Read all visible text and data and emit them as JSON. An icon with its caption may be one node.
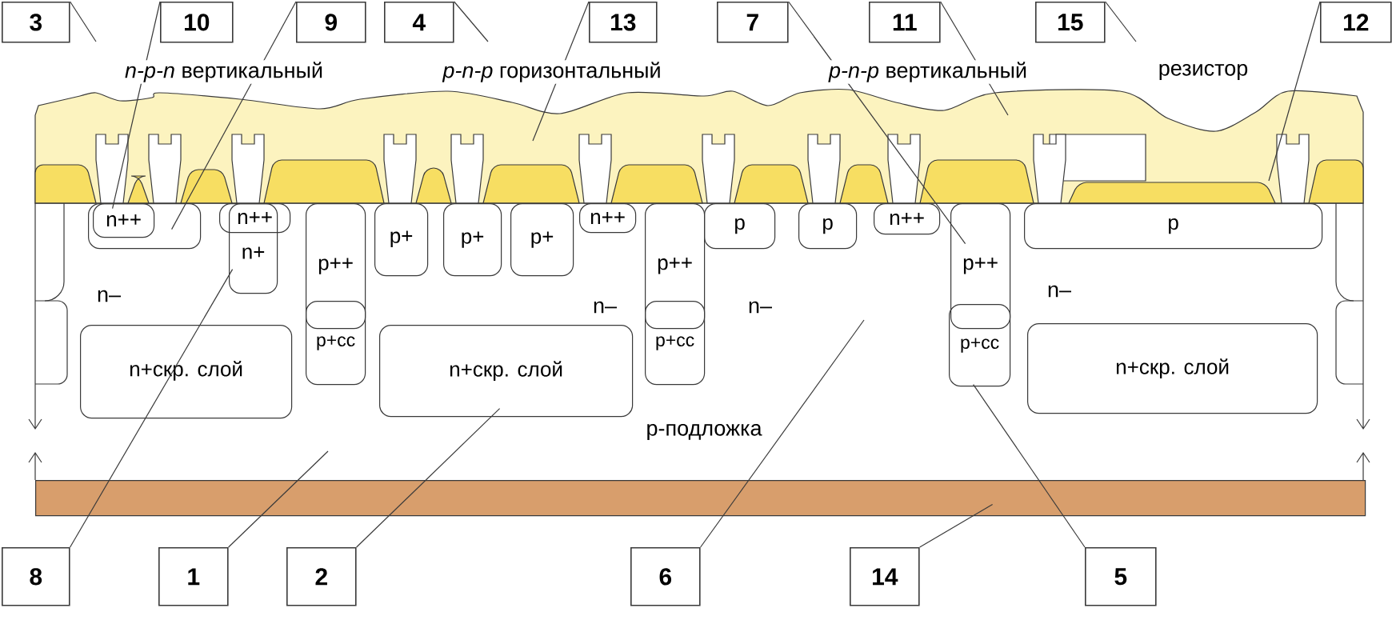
{
  "diagram": {
    "nodes": [
      {
        "text": [
          "3"
        ]
      },
      {
        "text": [
          "10"
        ]
      },
      {
        "text": [
          "9"
        ]
      },
      {
        "text": [
          "4"
        ]
      },
      {
        "text": [
          "13"
        ]
      },
      {
        "text": [
          "7"
        ]
      },
      {
        "text": [
          "11"
        ]
      },
      {
        "text": [
          "15"
        ]
      },
      {
        "text": [
          "12"
        ]
      },
      {
        "text": [
          "8"
        ]
      },
      {
        "text": [
          "1"
        ]
      },
      {
        "text": [
          "2"
        ]
      },
      {
        "text": [
          "6"
        ]
      },
      {
        "text": [
          "14"
        ]
      },
      {
        "text": [
          "5"
        ]
      },
      {
        "text": [],
        "shape": "box"
      },
      {
        "text": [
          "n++"
        ],
        "in": 15
      },
      {
        "text": [
          "n++"
        ]
      },
      {
        "text": [
          "n+"
        ]
      },
      {
        "text": [
          "p++"
        ]
      },
      {
        "text": [
          "p+"
        ]
      },
      {
        "text": [
          "p+"
        ]
      },
      {
        "text": [
          "p+"
        ]
      },
      {
        "text": [
          "n++"
        ]
      },
      {
        "text": [
          "p++"
        ]
      },
      {
        "text": [
          "p"
        ]
      },
      {
        "text": [
          "p"
        ]
      },
      {
        "text": [
          "n++"
        ]
      },
      {
        "text": [
          "p++"
        ]
      },
      {
        "text": [
          "p"
        ]
      },
      {
        "text": [
          "n+скр. слой"
        ]
      },
      {
        "text": [
          "p+сс"
        ]
      },
      {
        "text": [
          "n+скр. слой"
        ]
      },
      {
        "text": [
          "p+сс"
        ]
      },
      {
        "text": [
          "p+сс"
        ]
      },
      {
        "text": [
          "n+скр. слой"
        ]
      },
      {
        "text": [],
        "shape": "bar"
      }
    ],
    "edges": [
      {
        "from": 0,
        "to": null,
        "arrow": "none"
      },
      {
        "from": 1,
        "to": 16,
        "arrow": "none"
      },
      {
        "from": 2,
        "to": 15,
        "arrow": "none"
      },
      {
        "from": 3,
        "to": null,
        "arrow": "none"
      },
      {
        "from": 4,
        "to": null,
        "arrow": "none"
      },
      {
        "from": 5,
        "to": 28,
        "arrow": "none"
      },
      {
        "from": 6,
        "to": null,
        "arrow": "none"
      },
      {
        "from": 7,
        "to": null,
        "arrow": "none"
      },
      {
        "from": 8,
        "to": null,
        "arrow": "none"
      },
      {
        "from": 9,
        "to": 18,
        "arrow": "none"
      },
      {
        "from": 10,
        "to": null,
        "arrow": "none"
      },
      {
        "from": 11,
        "to": 32,
        "arrow": "none"
      },
      {
        "from": 12,
        "to": null,
        "arrow": "none"
      },
      {
        "from": 13,
        "to": 36,
        "arrow": "none"
      },
      {
        "from": 14,
        "to": 34,
        "arrow": "none"
      }
    ],
    "labels": [
      "*n-p-n* вертикальный",
      "*p-n-p* горизонтальный",
      "*p-n-p* вертикальный",
      "резистор",
      "n–",
      "n–",
      "n–",
      "n–",
      "p-подложка"
    ]
  }
}
